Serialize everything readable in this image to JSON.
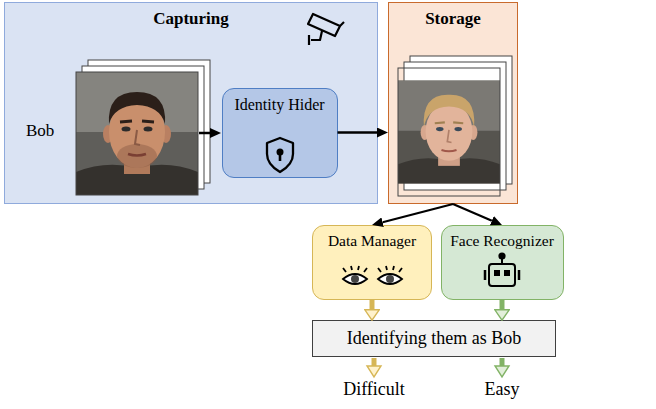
{
  "diagram": {
    "nodes": [
      {
        "text": [
          "Capturing"
        ]
      },
      {
        "text": [
          "Identity Hider"
        ],
        "in": 0
      },
      {
        "text": [
          "Storage"
        ]
      },
      {
        "text": [
          "Data Manager"
        ]
      },
      {
        "text": [
          "Face Recognizer"
        ]
      },
      {
        "text": [
          "Identifying them as Bob"
        ]
      }
    ],
    "edges": [
      {
        "from": 1,
        "to": 2,
        "arrow": "to"
      },
      {
        "from": 2,
        "to": 3,
        "arrow": "to"
      },
      {
        "from": 2,
        "to": 4,
        "arrow": "to"
      },
      {
        "from": 3,
        "to": 5,
        "arrow": "to"
      },
      {
        "from": 4,
        "to": 5,
        "arrow": "to"
      }
    ],
    "labels": [
      "Bob",
      "Difficult",
      "Easy"
    ]
  }
}
